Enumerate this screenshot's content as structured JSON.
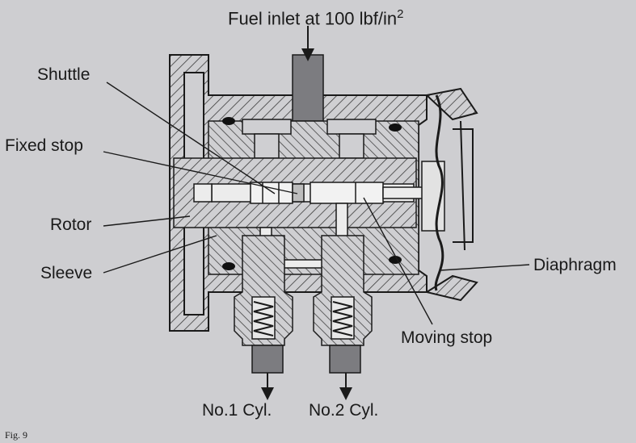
{
  "labels": {
    "title_main": "Fuel inlet at 100 lbf/in",
    "title_sup": "2",
    "shuttle": "Shuttle",
    "fixed_stop": "Fixed stop",
    "rotor": "Rotor",
    "sleeve": "Sleeve",
    "diaphragm": "Diaphragm",
    "moving_stop": "Moving stop",
    "outlet_1": "No.1 Cyl.",
    "outlet_2": "No.2 Cyl.",
    "fig_number": "Fig. 9"
  },
  "colors": {
    "background": "#ceced1",
    "ink": "#1a1a1a",
    "body": "#cfcfd2",
    "hatch": "#3a3a3a",
    "pipe": "#7c7c80",
    "rod": "#ececec"
  }
}
